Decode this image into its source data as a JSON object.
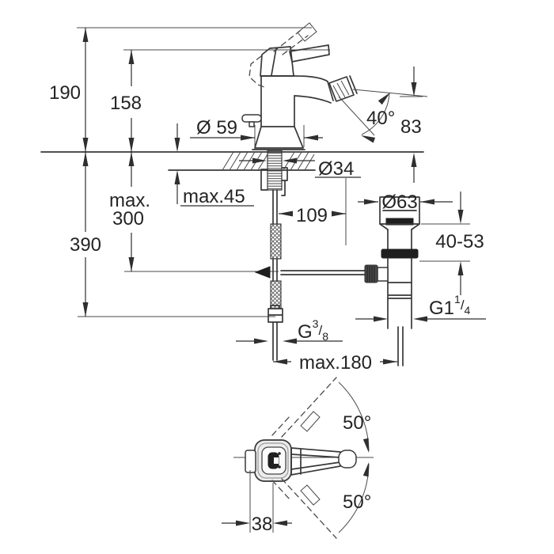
{
  "meta": {
    "title": "Bidet single-lever mixer with pop-up waste — dimensional drawing",
    "colors": {
      "background": "#ffffff",
      "line": "#383838",
      "dimension_line": "#2f2f2f",
      "text": "#242424",
      "dark_fill": "#1f1f1f"
    }
  },
  "dims": {
    "overall_height": "190",
    "height_to_spout": "158",
    "base_diameter": "Ø 59",
    "spray_angle": "40°",
    "spout_to_deck": "83",
    "hose_drop_line1": "max.",
    "hose_drop_line2": "300",
    "supply_length": "390",
    "deck_thickness": "max.45",
    "hole_diameter": "Ø34",
    "drain_offset": "109",
    "waste_flange_diameter": "Ø63",
    "clamping_range": "40-53",
    "rod_reach": "max.180",
    "handle_width": "38",
    "handle_swing_up": "50°",
    "handle_swing_down": "50°"
  },
  "threads": {
    "waste": {
      "prefix": "G1",
      "numerator": "1",
      "slash": "/",
      "denominator": "4"
    },
    "supply": {
      "prefix": "G",
      "numerator": "3",
      "slash": "/",
      "denominator": "8"
    }
  }
}
